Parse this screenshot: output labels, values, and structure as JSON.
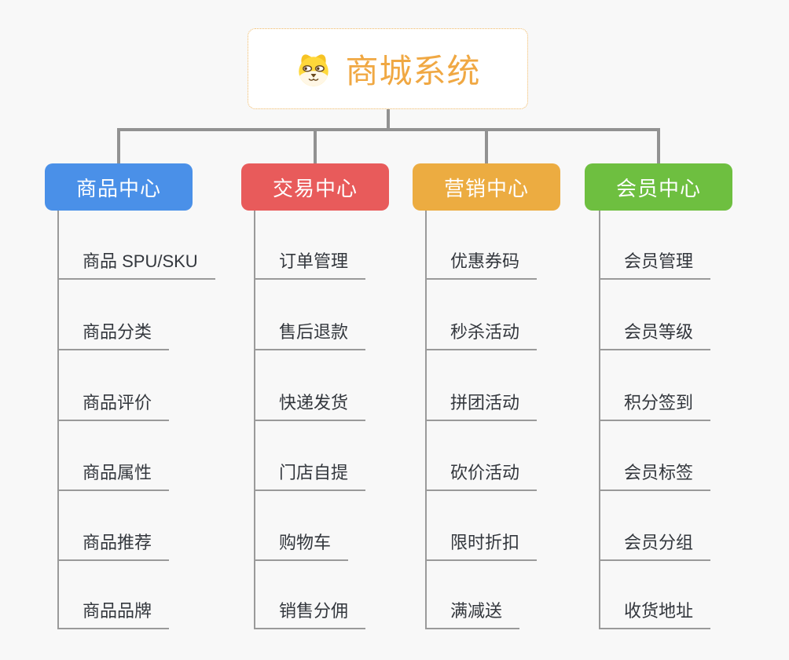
{
  "app": {
    "background_color": "#F8F8F8",
    "diagram_type": "mindmap-org-tree"
  },
  "root": {
    "title": "商城系统",
    "icon": "dog-face-icon",
    "title_color": "#F0A843",
    "border_color": "#EFB763",
    "background": "#FFFFFF"
  },
  "lines": {
    "connector_color": "#929292",
    "branch_line_color": "#9A9A9A"
  },
  "branches": [
    {
      "id": "product-center",
      "label": "商品中心",
      "color": "#4A90E8",
      "children": [
        "商品 SPU/SKU",
        "商品分类",
        "商品评价",
        "商品属性",
        "商品推荐",
        "商品品牌"
      ]
    },
    {
      "id": "trade-center",
      "label": "交易中心",
      "color": "#E85B5B",
      "children": [
        "订单管理",
        "售后退款",
        "快递发货",
        "门店自提",
        "购物车",
        "销售分佣"
      ]
    },
    {
      "id": "marketing-center",
      "label": "营销中心",
      "color": "#ECAC41",
      "children": [
        "优惠券码",
        "秒杀活动",
        "拼团活动",
        "砍价活动",
        "限时折扣",
        "满减送"
      ]
    },
    {
      "id": "member-center",
      "label": "会员中心",
      "color": "#6EBF40",
      "children": [
        "会员管理",
        "会员等级",
        "积分签到",
        "会员标签",
        "会员分组",
        "收货地址"
      ]
    }
  ]
}
